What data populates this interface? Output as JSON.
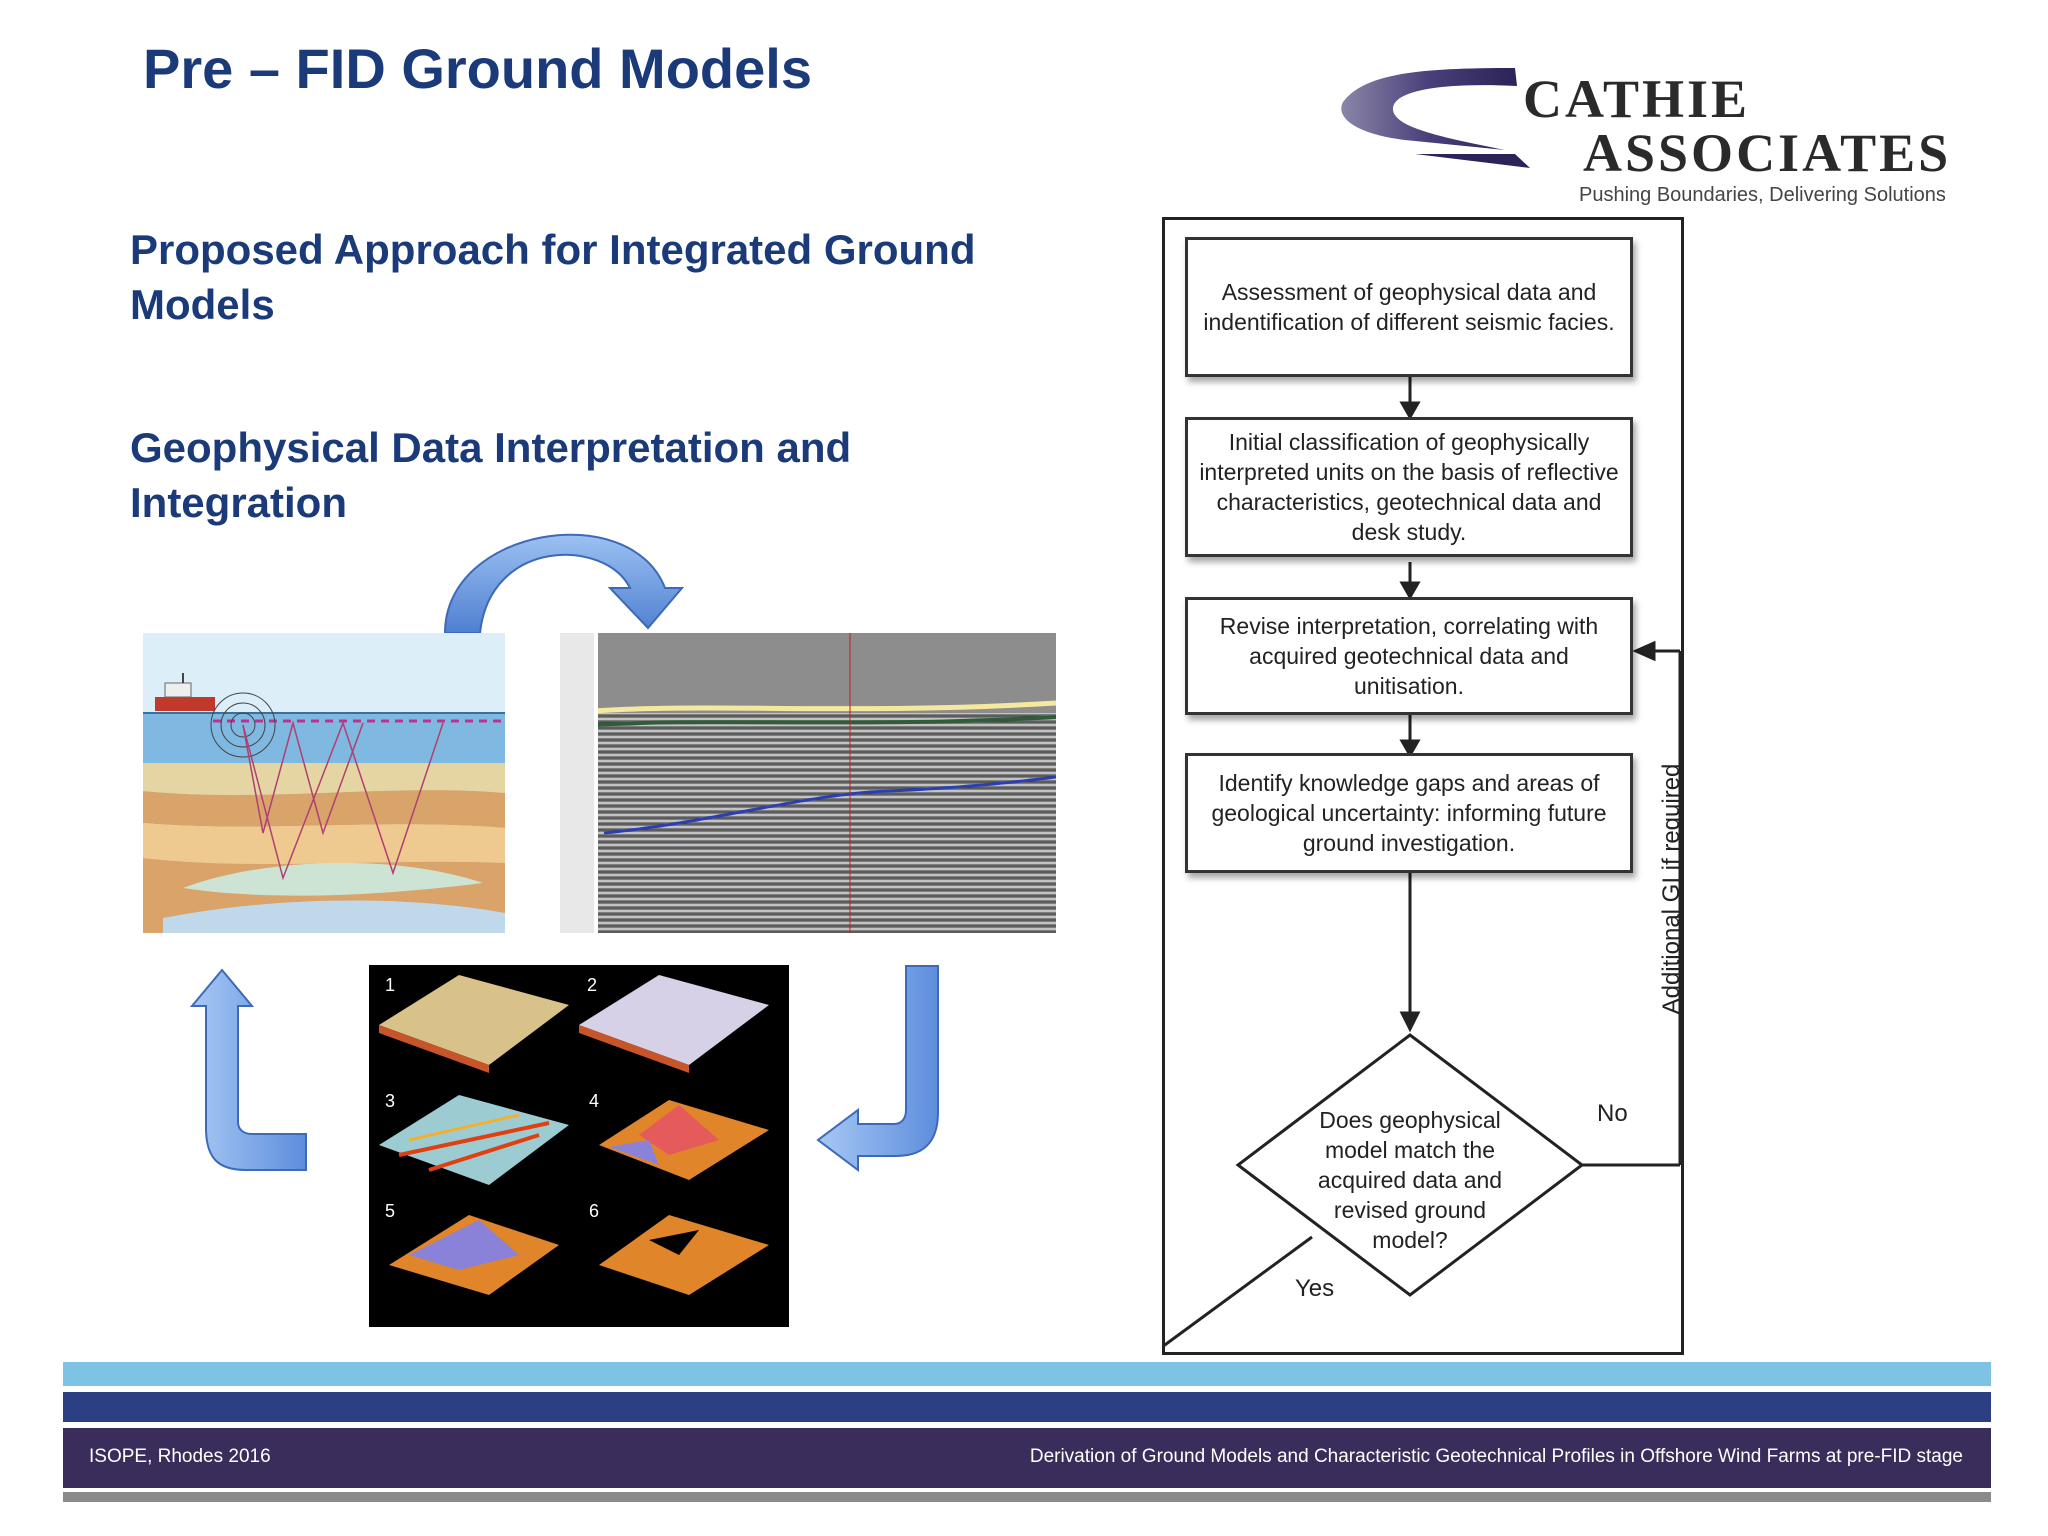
{
  "slide": {
    "title": "Pre – FID Ground Models",
    "heading1": "Proposed Approach for Integrated Ground Models",
    "heading2": "Geophysical Data Interpretation and Integration"
  },
  "logo": {
    "line1": "Cathie",
    "line2": "Associates",
    "tagline": "Pushing Boundaries, Delivering Solutions"
  },
  "flowchart": {
    "steps": [
      "Assessment of geophysical data and indentification of different seismic facies.",
      "Initial classification of geophysically interpreted units on the basis of reflective characteristics, geotechnical data and desk study.",
      "Revise interpretation, correlating with acquired geotechnical data and unitisation.",
      "Identify knowledge gaps and areas of geological uncertainty: informing future ground investigation."
    ],
    "decision": "Does geophysical model match the acquired data and revised ground model?",
    "no_label": "No",
    "yes_label": "Yes",
    "loop_label": "Additional GI if required"
  },
  "model_panel": {
    "labels": [
      "1",
      "2",
      "3",
      "4",
      "5",
      "6"
    ]
  },
  "footer": {
    "left": "ISOPE, Rhodes 2016",
    "right": "Derivation of Ground Models and Characteristic Geotechnical Profiles in Offshore Wind Farms at pre-FID stage"
  },
  "colors": {
    "title": "#1b3a7a",
    "band_light": "#7ec3e3",
    "band_mid": "#2d3f83",
    "band_dark": "#3a2d5c",
    "arrow": "#6a9ee8"
  }
}
